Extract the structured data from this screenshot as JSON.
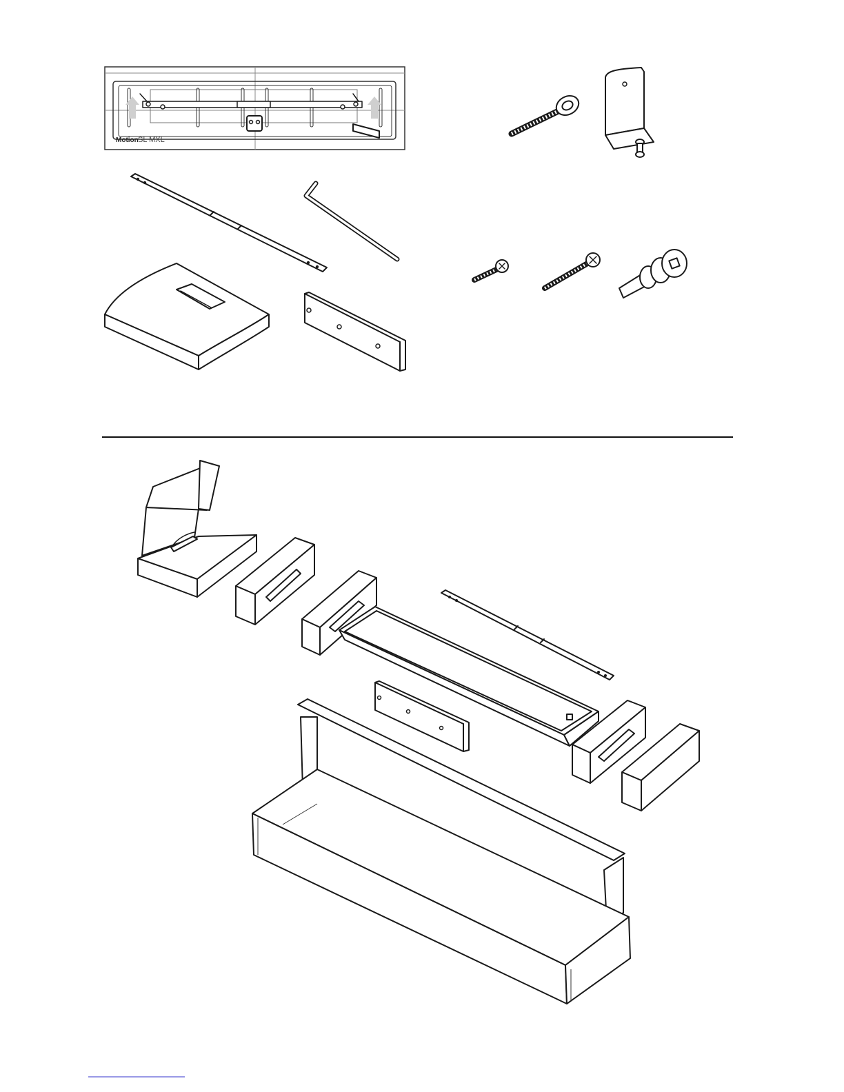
{
  "product_label": {
    "brand": "Motion",
    "model": "SL MXL"
  },
  "colors": {
    "line": "#1a1a1a",
    "arrow_fill": "#cfcfcf",
    "footer_link": "#3333cc"
  },
  "icons": [
    "mounting-template",
    "mounting-rail",
    "hex-key",
    "speaker-cover",
    "end-cap-bracket",
    "hex-bolt",
    "l-bracket",
    "short-screw",
    "long-screw",
    "wall-anchors",
    "packaging-box-small",
    "foam-block",
    "foam-cradle",
    "speaker-bar",
    "packaging-box-large"
  ]
}
